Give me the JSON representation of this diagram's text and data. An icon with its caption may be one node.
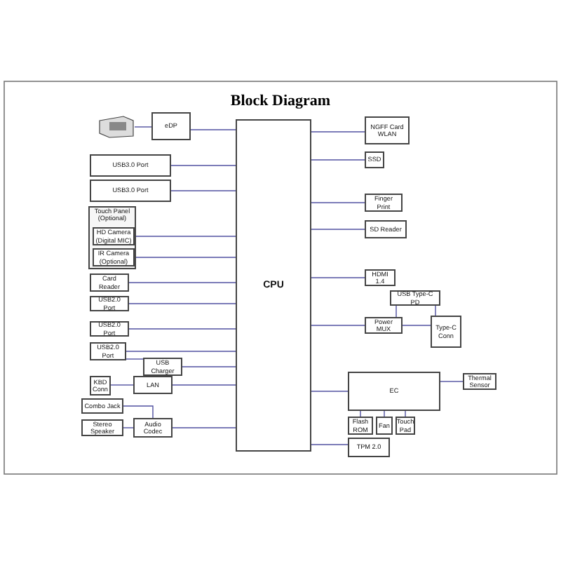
{
  "diagram": {
    "title": "Block Diagram",
    "nodes": [
      {
        "text": [
          "CPU"
        ]
      },
      {
        "text": [
          "eDP"
        ]
      },
      {
        "text": [],
        "shape": "picture"
      },
      {
        "text": [
          "USB3.0 Port"
        ]
      },
      {
        "text": [
          "USB3.0 Port"
        ]
      },
      {
        "text": [
          "Touch Panel (Optional)"
        ]
      },
      {
        "text": [
          "HD Camera (Digital MIC)"
        ],
        "in": 5
      },
      {
        "text": [
          "IR Camera (Optional)"
        ],
        "in": 5
      },
      {
        "text": [
          "Card Reader"
        ]
      },
      {
        "text": [
          "USB2.0 Port"
        ]
      },
      {
        "text": [
          "USB2.0 Port"
        ]
      },
      {
        "text": [
          "USB2.0 Port"
        ]
      },
      {
        "text": [
          "USB Charger"
        ]
      },
      {
        "text": [
          "KBD Conn"
        ]
      },
      {
        "text": [
          "LAN"
        ]
      },
      {
        "text": [
          "Combo Jack"
        ]
      },
      {
        "text": [
          "Stereo Speaker"
        ]
      },
      {
        "text": [
          "Audio Codec"
        ]
      },
      {
        "text": [
          "NGFF Card WLAN"
        ]
      },
      {
        "text": [
          "SSD"
        ]
      },
      {
        "text": [
          "Finger Print"
        ]
      },
      {
        "text": [
          "SD Reader"
        ]
      },
      {
        "text": [
          "HDMI 1.4"
        ]
      },
      {
        "text": [
          "USB Type-C PD"
        ]
      },
      {
        "text": [
          "Power MUX"
        ]
      },
      {
        "text": [
          "Type-C Conn"
        ]
      },
      {
        "text": [
          "EC"
        ]
      },
      {
        "text": [
          "Thermal Sensor"
        ]
      },
      {
        "text": [
          "Flash ROM"
        ]
      },
      {
        "text": [
          "Fan"
        ]
      },
      {
        "text": [
          "Touch Pad"
        ]
      },
      {
        "text": [
          "TPM 2.0"
        ]
      }
    ],
    "edges": [
      {
        "from": 0,
        "to": 1,
        "arrow": "none"
      },
      {
        "from": 1,
        "to": 2,
        "arrow": "none"
      },
      {
        "from": 0,
        "to": 3,
        "arrow": "none"
      },
      {
        "from": 0,
        "to": 4,
        "arrow": "none"
      },
      {
        "from": 0,
        "to": 6,
        "arrow": "none"
      },
      {
        "from": 0,
        "to": 7,
        "arrow": "none"
      },
      {
        "from": 0,
        "to": 8,
        "arrow": "none"
      },
      {
        "from": 0,
        "to": 9,
        "arrow": "none"
      },
      {
        "from": 0,
        "to": 10,
        "arrow": "none"
      },
      {
        "from": 0,
        "to": 11,
        "arrow": "none"
      },
      {
        "from": 0,
        "to": 12,
        "arrow": "none"
      },
      {
        "from": 11,
        "to": 12,
        "arrow": "none"
      },
      {
        "from": 13,
        "to": 14,
        "arrow": "none"
      },
      {
        "from": 0,
        "to": 14,
        "arrow": "none"
      },
      {
        "from": 15,
        "to": 17,
        "arrow": "none"
      },
      {
        "from": 16,
        "to": 17,
        "arrow": "none"
      },
      {
        "from": 0,
        "to": 17,
        "arrow": "none"
      },
      {
        "from": 0,
        "to": 18,
        "arrow": "none"
      },
      {
        "from": 0,
        "to": 19,
        "arrow": "none"
      },
      {
        "from": 0,
        "to": 20,
        "arrow": "none"
      },
      {
        "from": 0,
        "to": 21,
        "arrow": "none"
      },
      {
        "from": 0,
        "to": 22,
        "arrow": "none"
      },
      {
        "from": 0,
        "to": 24,
        "arrow": "none"
      },
      {
        "from": 23,
        "to": 24,
        "arrow": "none"
      },
      {
        "from": 23,
        "to": 25,
        "arrow": "none"
      },
      {
        "from": 24,
        "to": 25,
        "arrow": "none"
      },
      {
        "from": 0,
        "to": 26,
        "arrow": "none"
      },
      {
        "from": 26,
        "to": 27,
        "arrow": "none"
      },
      {
        "from": 26,
        "to": 28,
        "arrow": "none"
      },
      {
        "from": 26,
        "to": 29,
        "arrow": "none"
      },
      {
        "from": 26,
        "to": 30,
        "arrow": "none"
      },
      {
        "from": 0,
        "to": 31,
        "arrow": "none"
      }
    ]
  }
}
